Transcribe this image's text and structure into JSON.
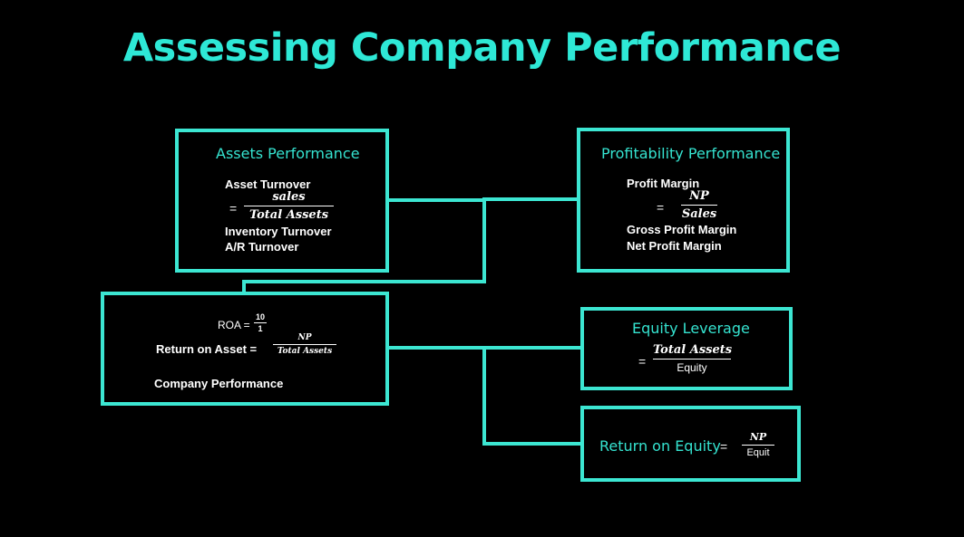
{
  "title": "Assessing Company Performance",
  "colors": {
    "accent": "#3ce6d2",
    "background": "#000000",
    "text": "#ffffff"
  },
  "assets": {
    "title": "Assets Performance",
    "asset_turnover": "Asset Turnover",
    "eq": "=",
    "num": "sales",
    "den": "Total Assets",
    "inventory": "Inventory Turnover",
    "ar": "A/R Turnover"
  },
  "profitability": {
    "title": "Profitability Performance",
    "profit_margin": "Profit Margin",
    "eq": "=",
    "num": "NP",
    "den": "Sales",
    "gross": "Gross Profit Margin",
    "net": "Net Profit Margin"
  },
  "roa": {
    "roa_label": "ROA =",
    "roa_num": "10",
    "roa_den": "1",
    "return_label": "Return on Asset =",
    "num": "NP",
    "den": "Total Assets",
    "company": "Company Performance"
  },
  "equity": {
    "title": "Equity Leverage",
    "eq": "=",
    "num": "Total Assets",
    "den": "Equity"
  },
  "roe": {
    "title": "Return on Equity",
    "eq": "=",
    "num": "NP",
    "den": "Equit"
  }
}
